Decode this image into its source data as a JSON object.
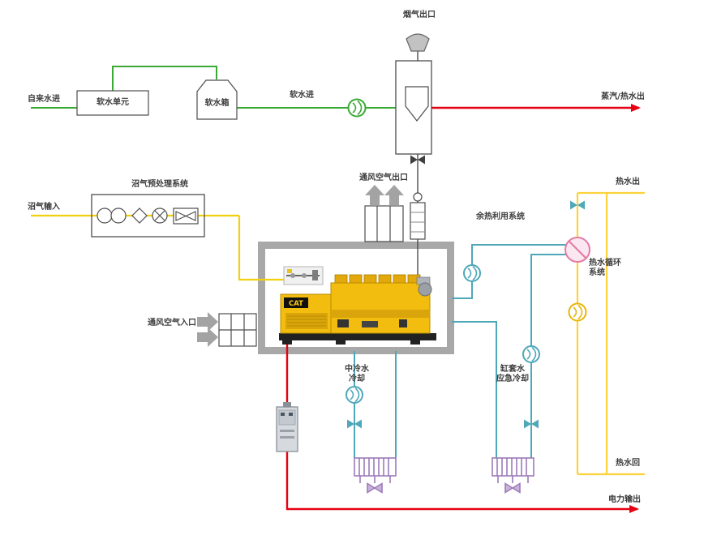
{
  "labels": {
    "flue_gas_outlet": "烟气出口",
    "steam_hot_water_out": "蒸汽/热水出",
    "tap_water_in": "自来水进",
    "soft_water_unit": "软水单元",
    "soft_water_tank": "软水箱",
    "soft_water_in": "软水进",
    "vent_air_outlet": "通风空气出口",
    "biogas_pretreatment": "沼气预处理系统",
    "biogas_input": "沼气输入",
    "waste_heat_system": "余热利用系统",
    "hot_water_out": "热水出",
    "hot_water_circulation_1": "热水循环",
    "hot_water_circulation_2": "系统",
    "vent_air_inlet": "通风空气入口",
    "intercooler_1": "中冷水",
    "intercooler_2": "冷却",
    "jacket_water_1": "缸套水",
    "jacket_water_2": "应急冷却",
    "hot_water_return": "热水回",
    "power_output": "电力输出"
  },
  "generator": {
    "logo": "CAT"
  },
  "colors": {
    "soft_water_green": "#3aaa35",
    "biogas_yellow": "#f2d00e",
    "hot_water_yellow": "#fdd23c",
    "cooling_teal": "#4fa8b8",
    "steam_power_red": "#e60012",
    "heat_exchanger_pink": "#e27ba4",
    "radiator_purple": "#9d7bb8",
    "container_gray": "#a8a8a8",
    "cat_yellow": "#f2bd0e"
  }
}
